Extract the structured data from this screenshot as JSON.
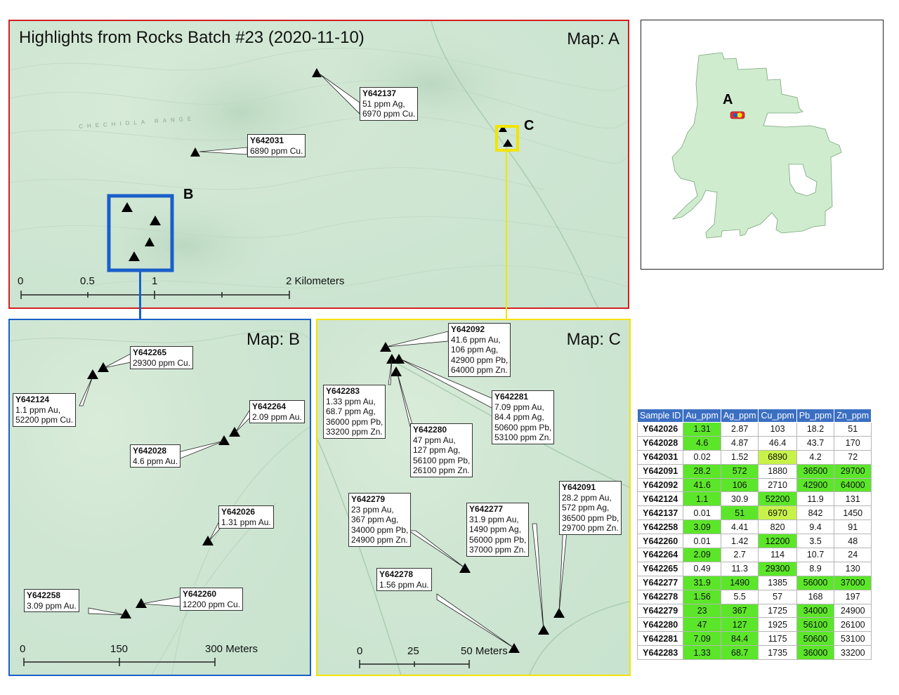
{
  "title": "Highlights from Rocks Batch #23 (2020-11-10)",
  "map_a": {
    "label": "Map: A",
    "range_name": "CHECHIDLA RANGE",
    "box_b_label": "B",
    "box_c_label": "C",
    "scalebar": [
      "0",
      "0.5",
      "1",
      "2 Kilometers"
    ],
    "callouts": [
      {
        "id": "Y642137",
        "lines": [
          "51 ppm Ag,",
          "6970 ppm Cu."
        ]
      },
      {
        "id": "Y642031",
        "lines": [
          "6890 ppm Cu."
        ]
      }
    ]
  },
  "map_b": {
    "label": "Map: B",
    "scalebar": [
      "0",
      "150",
      "300 Meters"
    ],
    "callouts": [
      {
        "id": "Y642265",
        "lines": [
          "29300 ppm Cu."
        ]
      },
      {
        "id": "Y642124",
        "lines": [
          "1.1 ppm Au,",
          "52200 ppm Cu."
        ]
      },
      {
        "id": "Y642264",
        "lines": [
          "2.09 ppm Au."
        ]
      },
      {
        "id": "Y642028",
        "lines": [
          "4.6 ppm Au."
        ]
      },
      {
        "id": "Y642026",
        "lines": [
          "1.31 ppm Au."
        ]
      },
      {
        "id": "Y642258",
        "lines": [
          "3.09 ppm Au."
        ]
      },
      {
        "id": "Y642260",
        "lines": [
          "12200 ppm Cu."
        ]
      }
    ]
  },
  "map_c": {
    "label": "Map: C",
    "scalebar": [
      "0",
      "25",
      "50 Meters"
    ],
    "callouts": [
      {
        "id": "Y642092",
        "lines": [
          "41.6 ppm Au,",
          "106 ppm Ag,",
          "42900 ppm Pb,",
          "64000 ppm Zn."
        ]
      },
      {
        "id": "Y642283",
        "lines": [
          "1.33 ppm Au,",
          "68.7 ppm Ag,",
          "36000 ppm Pb,",
          "33200 ppm Zn."
        ]
      },
      {
        "id": "Y642281",
        "lines": [
          "7.09 ppm Au,",
          "84.4 ppm Ag,",
          "50600 ppm Pb,",
          "53100 ppm Zn."
        ]
      },
      {
        "id": "Y642280",
        "lines": [
          "47 ppm Au,",
          "127 ppm Ag,",
          "56100 ppm Pb,",
          "26100 ppm Zn."
        ]
      },
      {
        "id": "Y642091",
        "lines": [
          "28.2 ppm Au,",
          "572 ppm Ag,",
          "36500 ppm Pb,",
          "29700 ppm Zn."
        ]
      },
      {
        "id": "Y642279",
        "lines": [
          "23 ppm Au,",
          "367 ppm Ag,",
          "34000 ppm Pb,",
          "24900 ppm Zn."
        ]
      },
      {
        "id": "Y642277",
        "lines": [
          "31.9 ppm Au,",
          "1490 ppm Ag,",
          "56000 ppm Pb,",
          "37000 ppm Zn."
        ]
      },
      {
        "id": "Y642278",
        "lines": [
          "1.56 ppm Au."
        ]
      }
    ]
  },
  "inset": {
    "label": "A"
  },
  "colors": {
    "map_a_frame": "#d42020",
    "map_b_frame": "#1a5fc9",
    "map_c_frame": "#f2e400",
    "highlight": "#5ce62a",
    "highlight_alt": "#c8f24a",
    "table_header": "#3b6fc2",
    "land": "#cfeccf"
  },
  "table": {
    "headers": [
      "Sample ID",
      "Au_ppm",
      "Ag_ppm",
      "Cu_ppm",
      "Pb_ppm",
      "Zn_ppm"
    ],
    "rows": [
      [
        "Y642026",
        "1.31",
        "2.87",
        "103",
        "18.2",
        "51"
      ],
      [
        "Y642028",
        "4.6",
        "4.87",
        "46.4",
        "43.7",
        "170"
      ],
      [
        "Y642031",
        "0.02",
        "1.52",
        "6890",
        "4.2",
        "72"
      ],
      [
        "Y642091",
        "28.2",
        "572",
        "1880",
        "36500",
        "29700"
      ],
      [
        "Y642092",
        "41.6",
        "106",
        "2710",
        "42900",
        "64000"
      ],
      [
        "Y642124",
        "1.1",
        "30.9",
        "52200",
        "11.9",
        "131"
      ],
      [
        "Y642137",
        "0.01",
        "51",
        "6970",
        "842",
        "1450"
      ],
      [
        "Y642258",
        "3.09",
        "4.41",
        "820",
        "9.4",
        "91"
      ],
      [
        "Y642260",
        "0.01",
        "1.42",
        "12200",
        "3.5",
        "48"
      ],
      [
        "Y642264",
        "2.09",
        "2.7",
        "114",
        "10.7",
        "24"
      ],
      [
        "Y642265",
        "0.49",
        "11.3",
        "29300",
        "8.9",
        "130"
      ],
      [
        "Y642277",
        "31.9",
        "1490",
        "1385",
        "56000",
        "37000"
      ],
      [
        "Y642278",
        "1.56",
        "5.5",
        "57",
        "168",
        "197"
      ],
      [
        "Y642279",
        "23",
        "367",
        "1725",
        "34000",
        "24900"
      ],
      [
        "Y642280",
        "47",
        "127",
        "1925",
        "56100",
        "26100"
      ],
      [
        "Y642281",
        "7.09",
        "84.4",
        "1175",
        "50600",
        "53100"
      ],
      [
        "Y642283",
        "1.33",
        "68.7",
        "1735",
        "36000",
        "33200"
      ]
    ],
    "highlights": [
      [
        1,
        "hl"
      ],
      [
        0,
        0
      ],
      [
        0,
        0
      ],
      [
        0,
        0
      ],
      [
        0,
        0
      ],
      [
        0,
        0
      ]
    ]
  }
}
